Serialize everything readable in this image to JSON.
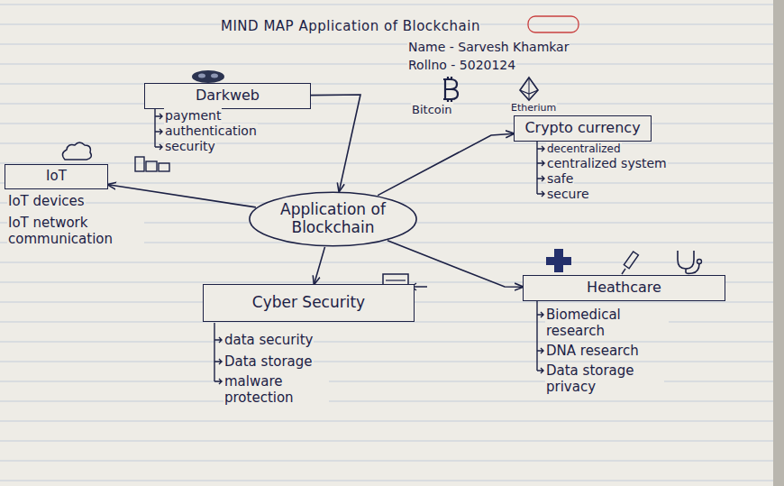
{
  "diagram": {
    "title": "MIND MAP Application of Blockchain",
    "nodes": [
      {
        "text": [
          "Darkweb"
        ]
      },
      {
        "text": [
          "Crypto currency"
        ]
      },
      {
        "text": [
          "IoT"
        ]
      },
      {
        "text": [
          "Application of Blockchain"
        ]
      },
      {
        "text": [
          "Cyber Security"
        ]
      },
      {
        "text": [
          "Heathcare"
        ]
      }
    ],
    "edges": [
      {
        "from": 0,
        "to": 3,
        "arrow": "to"
      },
      {
        "from": 3,
        "to": 1,
        "arrow": "to"
      },
      {
        "from": 3,
        "to": 2,
        "arrow": "to"
      },
      {
        "from": 3,
        "to": 4,
        "arrow": "to"
      },
      {
        "from": 3,
        "to": 5,
        "arrow": "to"
      }
    ],
    "labels": [
      "Name - Sarvesh Khamkar",
      "Rollno - 5020124",
      "Bitcoin",
      "Etherium",
      "payment",
      "authentication",
      "security",
      "decentralized",
      "centralized system",
      "safe",
      "secure",
      "IoT devices",
      "IoT network communication",
      "data security",
      "Data storage",
      "malware protection",
      "Biomedical research",
      "DNA research",
      "Data storage privacy"
    ]
  }
}
